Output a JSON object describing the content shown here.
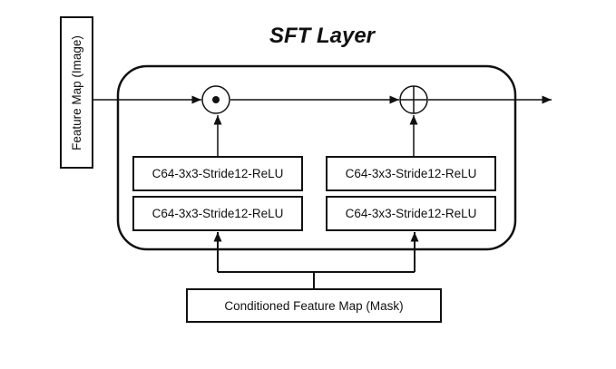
{
  "title": "SFT Layer",
  "input_label": "Feature Map (Image)",
  "condition_label": "Conditioned Feature Map (Mask)",
  "scale_branch": [
    "C64-3x3-Stride12-ReLU",
    "C64-3x3-Stride12-ReLU"
  ],
  "shift_branch": [
    "C64-3x3-Stride12-ReLU",
    "C64-3x3-Stride12-ReLU"
  ],
  "operators": {
    "multiply": "elementwise-multiply-icon",
    "add": "elementwise-add-icon"
  }
}
